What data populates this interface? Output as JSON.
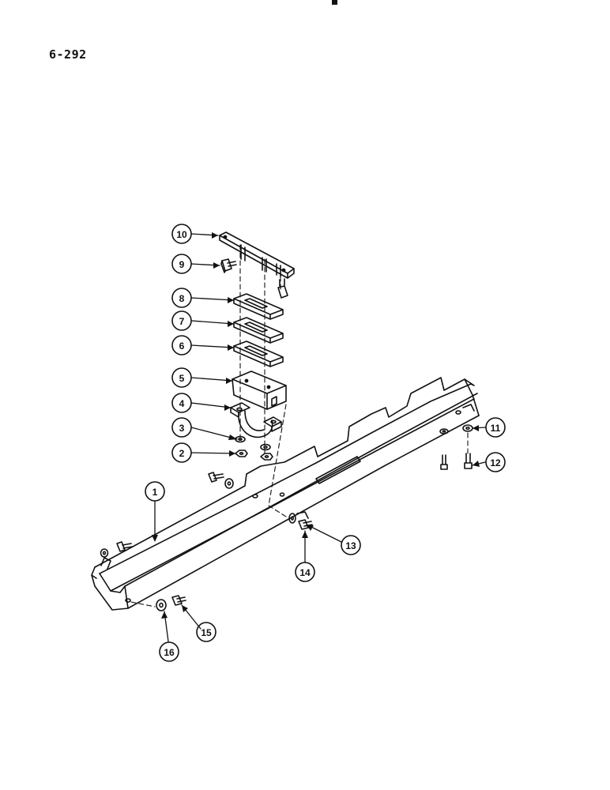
{
  "page": {
    "number": "6-292"
  },
  "callouts": [
    {
      "key": "c1",
      "label": "1"
    },
    {
      "key": "c2",
      "label": "2"
    },
    {
      "key": "c3",
      "label": "3"
    },
    {
      "key": "c4",
      "label": "4"
    },
    {
      "key": "c5",
      "label": "5"
    },
    {
      "key": "c6",
      "label": "6"
    },
    {
      "key": "c7",
      "label": "7"
    },
    {
      "key": "c8",
      "label": "8"
    },
    {
      "key": "c9",
      "label": "9"
    },
    {
      "key": "c10",
      "label": "10"
    },
    {
      "key": "c11",
      "label": "11"
    },
    {
      "key": "c12",
      "label": "12"
    },
    {
      "key": "c13",
      "label": "13"
    },
    {
      "key": "c14",
      "label": "14"
    },
    {
      "key": "c15",
      "label": "15"
    },
    {
      "key": "c16",
      "label": "16"
    }
  ]
}
